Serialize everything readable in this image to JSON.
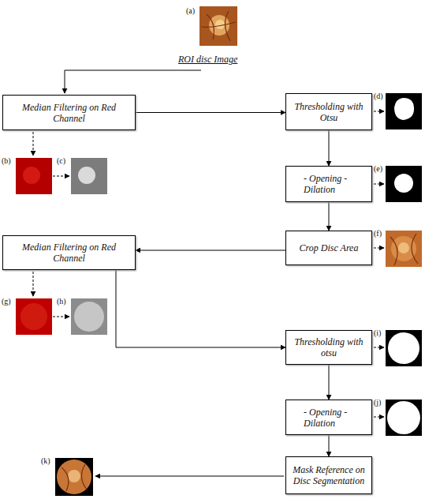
{
  "diagram": {
    "nodes": [
      {
        "text": [
          "Median Filtering on Red Channel"
        ]
      },
      {
        "text": [
          "Thresholding with Otsu"
        ]
      },
      {
        "text": [
          "- Opening - Dilation"
        ]
      },
      {
        "text": [
          "Crop Disc Area"
        ]
      },
      {
        "text": [
          "Median Filtering on Red Channel"
        ]
      },
      {
        "text": [
          "Thresholding with otsu"
        ]
      },
      {
        "text": [
          "- Opening - Dilation"
        ]
      },
      {
        "text": [
          "Mask Reference on Disc Segmentation"
        ]
      }
    ],
    "edges": [
      {
        "from": 0,
        "to": 1,
        "arrow": "to"
      },
      {
        "from": 1,
        "to": 2,
        "arrow": "to"
      },
      {
        "from": 2,
        "to": 3,
        "arrow": "to"
      },
      {
        "from": 3,
        "to": 4,
        "arrow": "to"
      },
      {
        "from": 4,
        "to": 5,
        "arrow": "to"
      },
      {
        "from": 5,
        "to": 6,
        "arrow": "to"
      },
      {
        "from": 6,
        "to": 7,
        "arrow": "to"
      }
    ],
    "labels": [
      "(a)",
      "ROI disc Image",
      "(b)",
      "(c)",
      "(d)",
      "(e)",
      "(f)",
      "(g)",
      "(h)",
      "(i)",
      "(j)",
      "(k)"
    ]
  }
}
